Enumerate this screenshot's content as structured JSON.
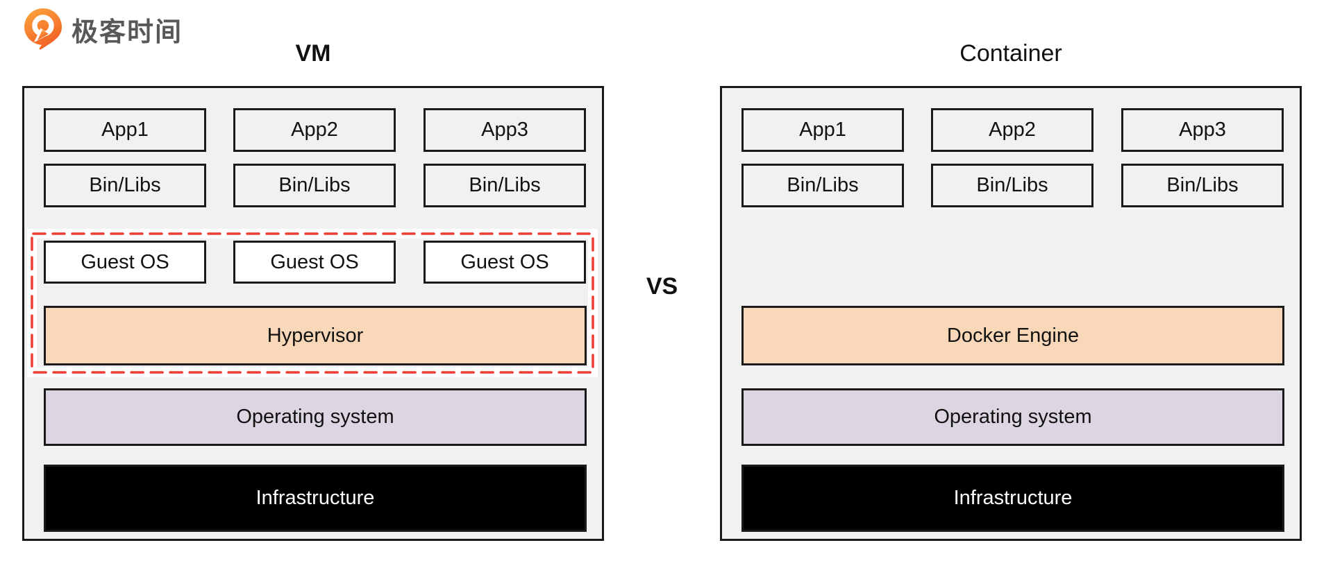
{
  "brand": {
    "name": "极客时间",
    "icon": "geektime-pin-icon"
  },
  "comparison": {
    "vs_label": "VS",
    "vm": {
      "title": "VM",
      "apps": [
        "App1",
        "App2",
        "App3"
      ],
      "bin_libs": [
        "Bin/Libs",
        "Bin/Libs",
        "Bin/Libs"
      ],
      "guest_os": [
        "Guest OS",
        "Guest OS",
        "Guest OS"
      ],
      "virtualization_layer": "Hypervisor",
      "operating_system": "Operating system",
      "infrastructure": "Infrastructure"
    },
    "container": {
      "title": "Container",
      "apps": [
        "App1",
        "App2",
        "App3"
      ],
      "bin_libs": [
        "Bin/Libs",
        "Bin/Libs",
        "Bin/Libs"
      ],
      "virtualization_layer": "Docker Engine",
      "operating_system": "Operating system",
      "infrastructure": "Infrastructure"
    }
  },
  "colors": {
    "panel_bg": "#f1f1f1",
    "box_border": "#1a1a1a",
    "engine_fill": "#f9d8ba",
    "os_fill": "#dcd6e2",
    "infra_fill": "#000000",
    "infra_text": "#ffffff",
    "highlight_dash": "#ee3b33",
    "brand_orange_light": "#fba33c",
    "brand_orange_dark": "#f15b22",
    "brand_text": "#595757"
  }
}
